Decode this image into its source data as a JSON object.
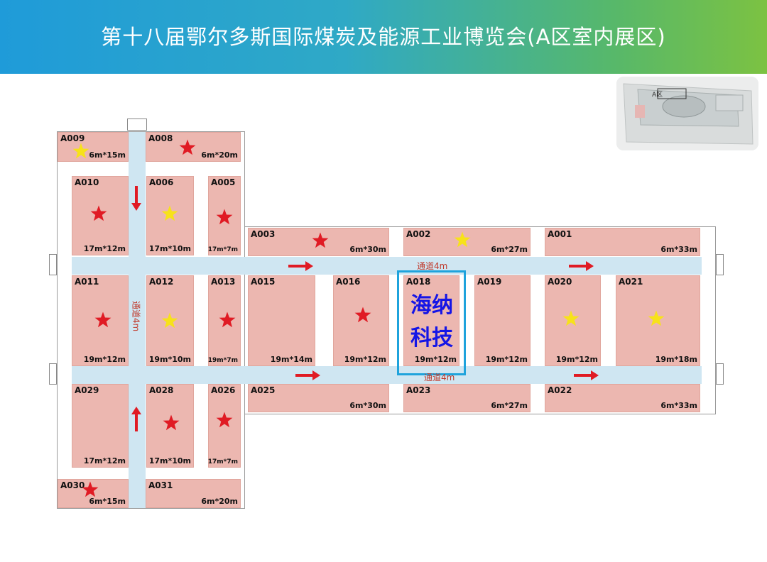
{
  "header": {
    "title": "第十八届鄂尔多斯国际煤炭及能源工业博览会(A区室内展区)"
  },
  "minimap": {
    "label": "A区"
  },
  "aisles": {
    "horizontal_label": "通道4m",
    "vertical_label": "通道4m"
  },
  "highlight": {
    "booth": "A018",
    "line1": "海纳",
    "line2": "科技"
  },
  "colors": {
    "booth": "#ecb7b0",
    "aisle": "#cfe6f2",
    "star_red": "#e01b24",
    "star_yellow": "#f7e21a",
    "highlight": "#1fa3dc",
    "brand": "#1515e6"
  },
  "booths": [
    {
      "id": "A009",
      "size": "6m*15m",
      "star": "yellow"
    },
    {
      "id": "A008",
      "size": "6m*20m",
      "star": "red"
    },
    {
      "id": "A010",
      "size": "17m*12m",
      "star": "red"
    },
    {
      "id": "A006",
      "size": "17m*10m",
      "star": "yellow"
    },
    {
      "id": "A005",
      "size": "17m*7m",
      "star": "red"
    },
    {
      "id": "A003",
      "size": "6m*30m",
      "star": "red"
    },
    {
      "id": "A002",
      "size": "6m*27m",
      "star": "yellow"
    },
    {
      "id": "A001",
      "size": "6m*33m",
      "star": null
    },
    {
      "id": "A011",
      "size": "19m*12m",
      "star": "red"
    },
    {
      "id": "A012",
      "size": "19m*10m",
      "star": "yellow"
    },
    {
      "id": "A013",
      "size": "19m*7m",
      "star": "red"
    },
    {
      "id": "A015",
      "size": "19m*14m",
      "star": null
    },
    {
      "id": "A016",
      "size": "19m*12m",
      "star": "red"
    },
    {
      "id": "A018",
      "size": "19m*12m",
      "star": null
    },
    {
      "id": "A019",
      "size": "19m*12m",
      "star": null
    },
    {
      "id": "A020",
      "size": "19m*12m",
      "star": "yellow"
    },
    {
      "id": "A021",
      "size": "19m*18m",
      "star": "yellow"
    },
    {
      "id": "A029",
      "size": "17m*12m",
      "star": null
    },
    {
      "id": "A028",
      "size": "17m*10m",
      "star": "red"
    },
    {
      "id": "A026",
      "size": "17m*7m",
      "star": "red"
    },
    {
      "id": "A025",
      "size": "6m*30m",
      "star": null
    },
    {
      "id": "A023",
      "size": "6m*27m",
      "star": null
    },
    {
      "id": "A022",
      "size": "6m*33m",
      "star": null
    },
    {
      "id": "A030",
      "size": "6m*15m",
      "star": "red"
    },
    {
      "id": "A031",
      "size": "6m*20m",
      "star": null
    }
  ]
}
